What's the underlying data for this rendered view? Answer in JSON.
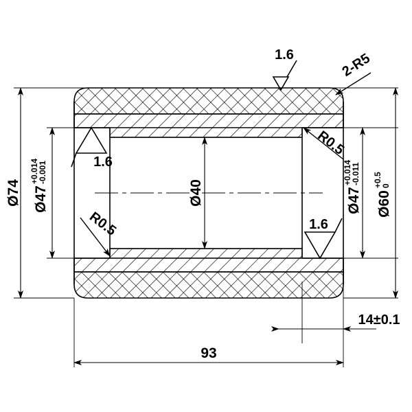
{
  "drawing": {
    "title": "Bushing cross-section technical drawing",
    "type": "mechanical-section-view",
    "background": "#ffffff",
    "line_color": "#000000",
    "hatch_color": "#000000"
  },
  "dimensions": {
    "overall_diameter": {
      "label": "Ø74",
      "value": 74,
      "symbol": "Ø",
      "orientation": "vertical",
      "side": "left"
    },
    "bore_left": {
      "label": "Ø47",
      "value": 47,
      "symbol": "Ø",
      "tol_upper": "+0.014",
      "tol_lower": "-0.001",
      "orientation": "vertical",
      "side": "left"
    },
    "center_bore": {
      "label": "Ø40",
      "value": 40,
      "symbol": "Ø",
      "orientation": "vertical",
      "side": "center"
    },
    "bore_right": {
      "label": "Ø47",
      "value": 47,
      "symbol": "Ø",
      "tol_upper": "+0.014",
      "tol_lower": "-0.011",
      "orientation": "vertical",
      "side": "right"
    },
    "flange_diameter": {
      "label": "Ø60",
      "value": 60,
      "symbol": "Ø",
      "tol_upper": "+0.5",
      "tol_lower": "0",
      "orientation": "vertical",
      "side": "right"
    },
    "length_total": {
      "label": "93",
      "value": 93,
      "orientation": "horizontal",
      "side": "bottom"
    },
    "length_step": {
      "label": "14±0.1",
      "value": 14,
      "tolerance": "±0.1",
      "orientation": "horizontal",
      "side": "bottom"
    }
  },
  "annotations": {
    "surface_finish_top": {
      "label": "1.6",
      "kind": "surface-finish-symbol"
    },
    "surface_finish_left": {
      "label": "1.6",
      "kind": "surface-finish-symbol"
    },
    "surface_finish_right": {
      "label": "1.6",
      "kind": "surface-finish-symbol"
    },
    "corner_radius_outer": {
      "label": "2-R5",
      "kind": "leader-note"
    },
    "fillet_left": {
      "label": "R0.5",
      "kind": "leader-note"
    },
    "fillet_right": {
      "label": "R0.5",
      "kind": "leader-note"
    }
  }
}
